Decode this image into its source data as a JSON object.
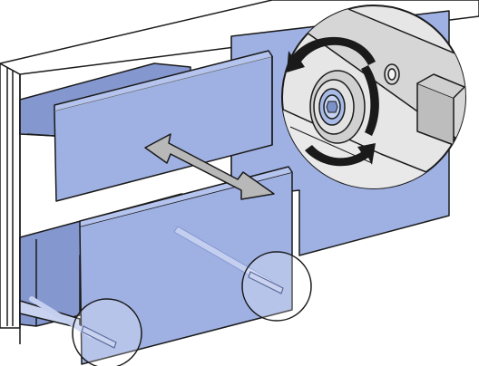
{
  "illustration": {
    "subject": "drawer-front-adjustment",
    "colors": {
      "panel_fill": "#9fb1e3",
      "panel_fill_light": "#b5c4ee",
      "panel_fill_dark": "#8497cf",
      "line": "#1a1a1a",
      "background": "#ffffff",
      "detail_fill": "#e6e6e6",
      "detail_shadow": "#c9c9c9"
    },
    "icons": {
      "adjust_arrow": "double-headed-arrow",
      "rotate_arrow": "rotation-arrows",
      "screw": "torx-screw",
      "highlight": "circle-highlight"
    }
  }
}
